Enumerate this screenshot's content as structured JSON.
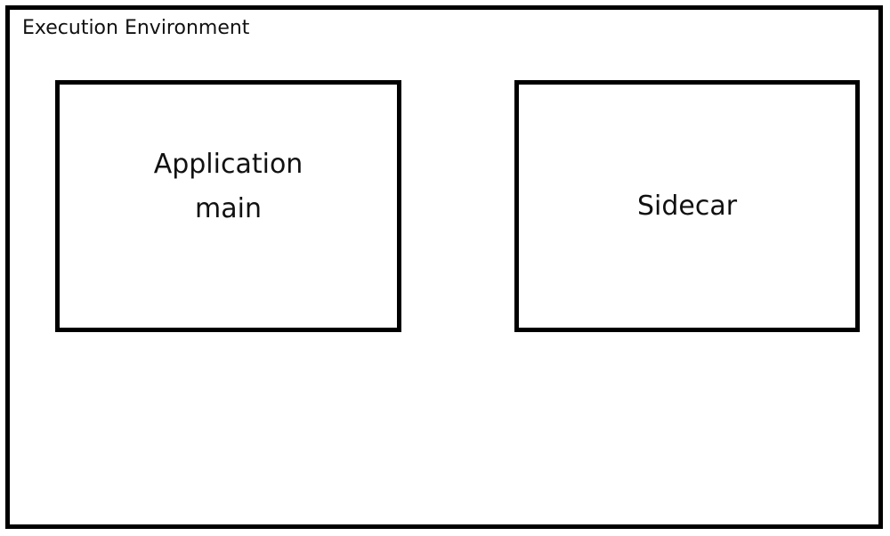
{
  "diagram": {
    "type": "block-diagram",
    "title": "Execution Environment",
    "container": {
      "label": "Execution Environment",
      "border_color": "#000000",
      "background": "#ffffff"
    },
    "nodes": [
      {
        "id": "application",
        "label_line_1": "Application",
        "label_line_2": "main",
        "border_color": "#000000",
        "background": "#ffffff"
      },
      {
        "id": "sidecar",
        "label": "Sidecar",
        "border_color": "#000000",
        "background": "#ffffff"
      }
    ]
  }
}
